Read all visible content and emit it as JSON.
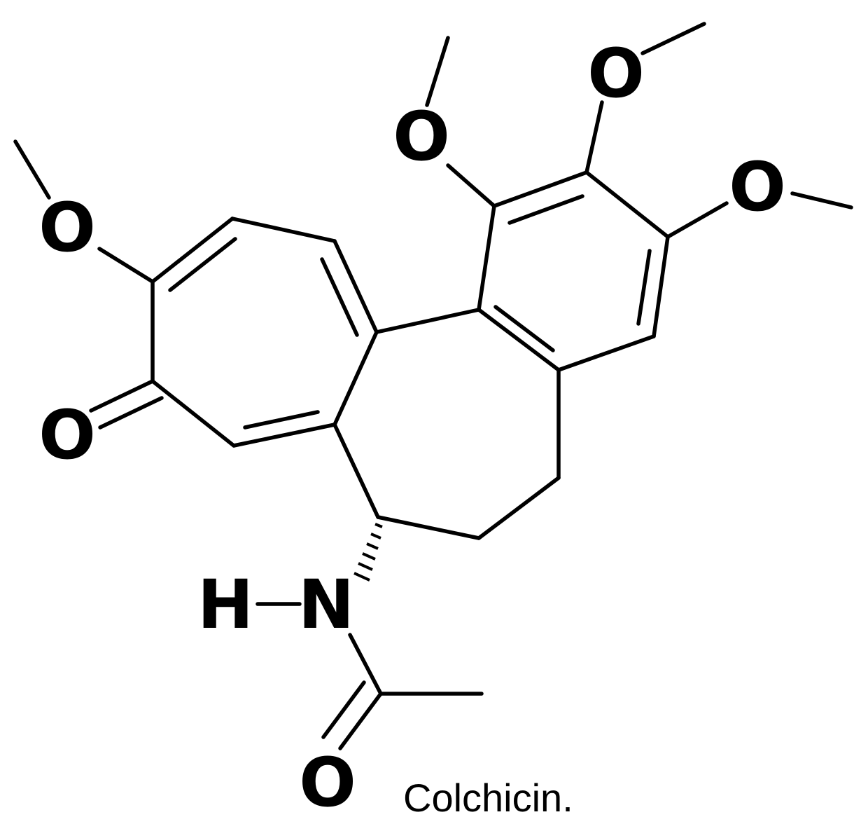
{
  "molecule": {
    "caption": "Colchicin.",
    "atoms": {
      "o_methoxy_left": "O",
      "o_ketone": "O",
      "o_methoxy_1": "O",
      "o_methoxy_2": "O",
      "o_methoxy_3": "O",
      "h_amide": "H",
      "n_amide": "N",
      "o_carbonyl": "O"
    }
  },
  "colors": {
    "stroke": "#000000",
    "background": "#ffffff"
  }
}
